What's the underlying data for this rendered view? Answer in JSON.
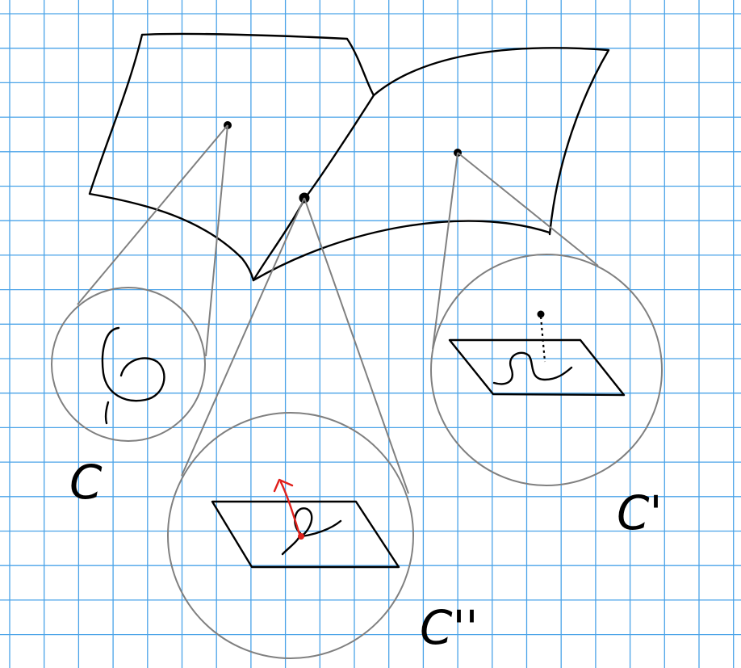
{
  "colors": {
    "background": "#ffffff",
    "grid_line": "#4aa3e8",
    "ink": "#000000",
    "zoom_outline": "#808080",
    "vector_arrow": "#e0201c"
  },
  "labels": {
    "c": "C",
    "c_prime": "C'",
    "c_double_prime": "C''"
  }
}
